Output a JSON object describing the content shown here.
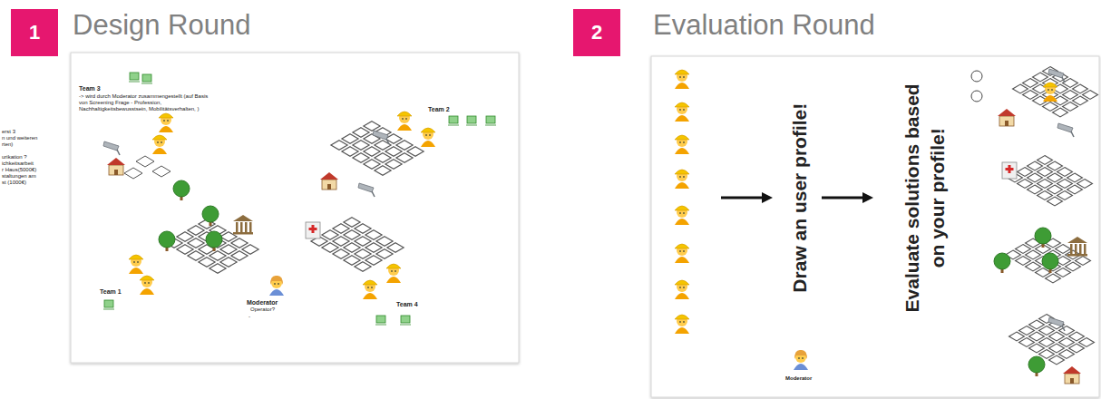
{
  "diagram": {
    "nodes": [
      {
        "text": [
          "1",
          "Design Round"
        ]
      },
      {
        "text": [
          "2",
          "Evaluation Round"
        ]
      }
    ],
    "labels": [
      "Team 3",
      "-> wird durch Moderator zusammengestellt (auf Basis von Screening Frage - Profession, Nachhaltigkeitsbewusstsein, Mobilitätsverhalten, )",
      "erst 3",
      "n und weiteren",
      "rten)",
      "urikation ?",
      "ichkeitsarbeit",
      "r Haus(5000€)",
      "staltungen am",
      "st (1000€)",
      "Team 2",
      "Team 1",
      "Team 4",
      "Moderator",
      "Operator?",
      "-",
      "Draw an user profile!",
      "Evaluate solutions based on your profile!",
      "Moderator"
    ]
  }
}
